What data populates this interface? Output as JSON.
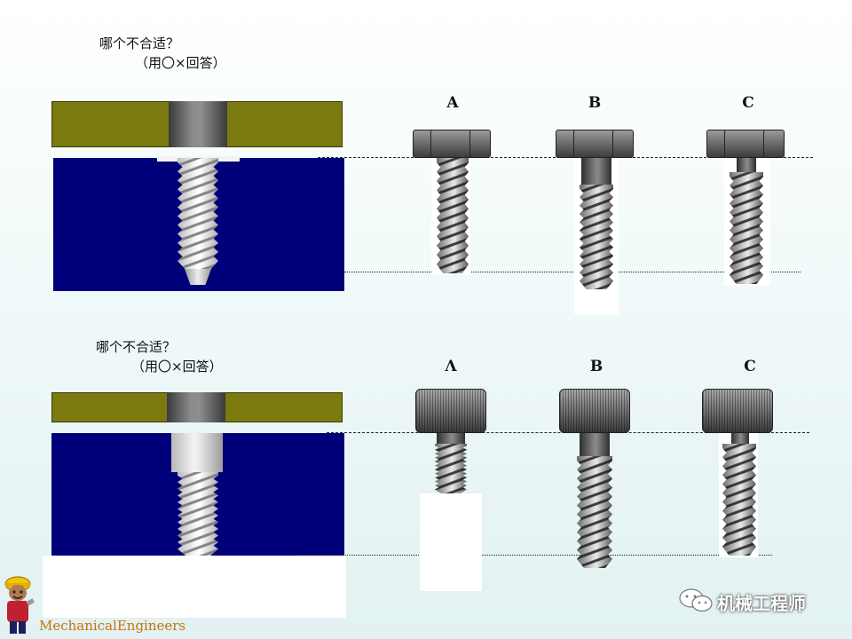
{
  "panels": [
    {
      "question": "哪个不合适？",
      "hint": "（用〇×回答）",
      "labels": [
        "A",
        "B",
        "C"
      ]
    },
    {
      "question": "哪个不合适？",
      "hint": "（用〇×回答）",
      "labels": [
        "Λ",
        "B",
        "C"
      ]
    }
  ],
  "footer": {
    "brand": "MechanicalEngineers",
    "watermark": "机械工程师"
  },
  "colors": {
    "plate": "#7a7a10",
    "block": "#00007a"
  }
}
